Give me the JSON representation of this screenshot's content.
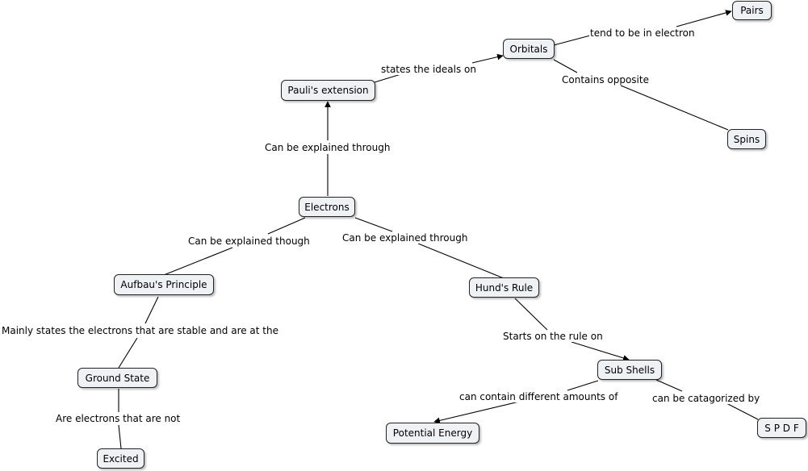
{
  "nodes": {
    "pairs": "Pairs",
    "orbitals": "Orbitals",
    "paulis_extension": "Pauli's extension",
    "spins": "Spins",
    "electrons": "Electrons",
    "aufbaus_principle": "Aufbau's Principle",
    "hunds_rule": "Hund's Rule",
    "ground_state": "Ground State",
    "sub_shells": "Sub Shells",
    "excited": "Excited",
    "potential_energy": "Potential Energy",
    "spdf": "S P D F"
  },
  "links": {
    "tend_to_be_in_electron": "tend to be in electron",
    "states_the_ideals_on": "states the ideals on",
    "contains_opposite": "Contains opposite",
    "can_be_explained_through_up": "Can be explained through",
    "can_be_explained_though": "Can be explained though",
    "can_be_explained_through_right": "Can be explained through",
    "mainly_states": "Mainly states the electrons that are stable and are at the",
    "starts_on_the_rule_on": "Starts on the rule on",
    "are_electrons_that_are_not": "Are electrons that are not",
    "can_contain_different_amounts_of": "can contain different amounts of",
    "can_be_catagorized_by": "can be catagorized by"
  }
}
